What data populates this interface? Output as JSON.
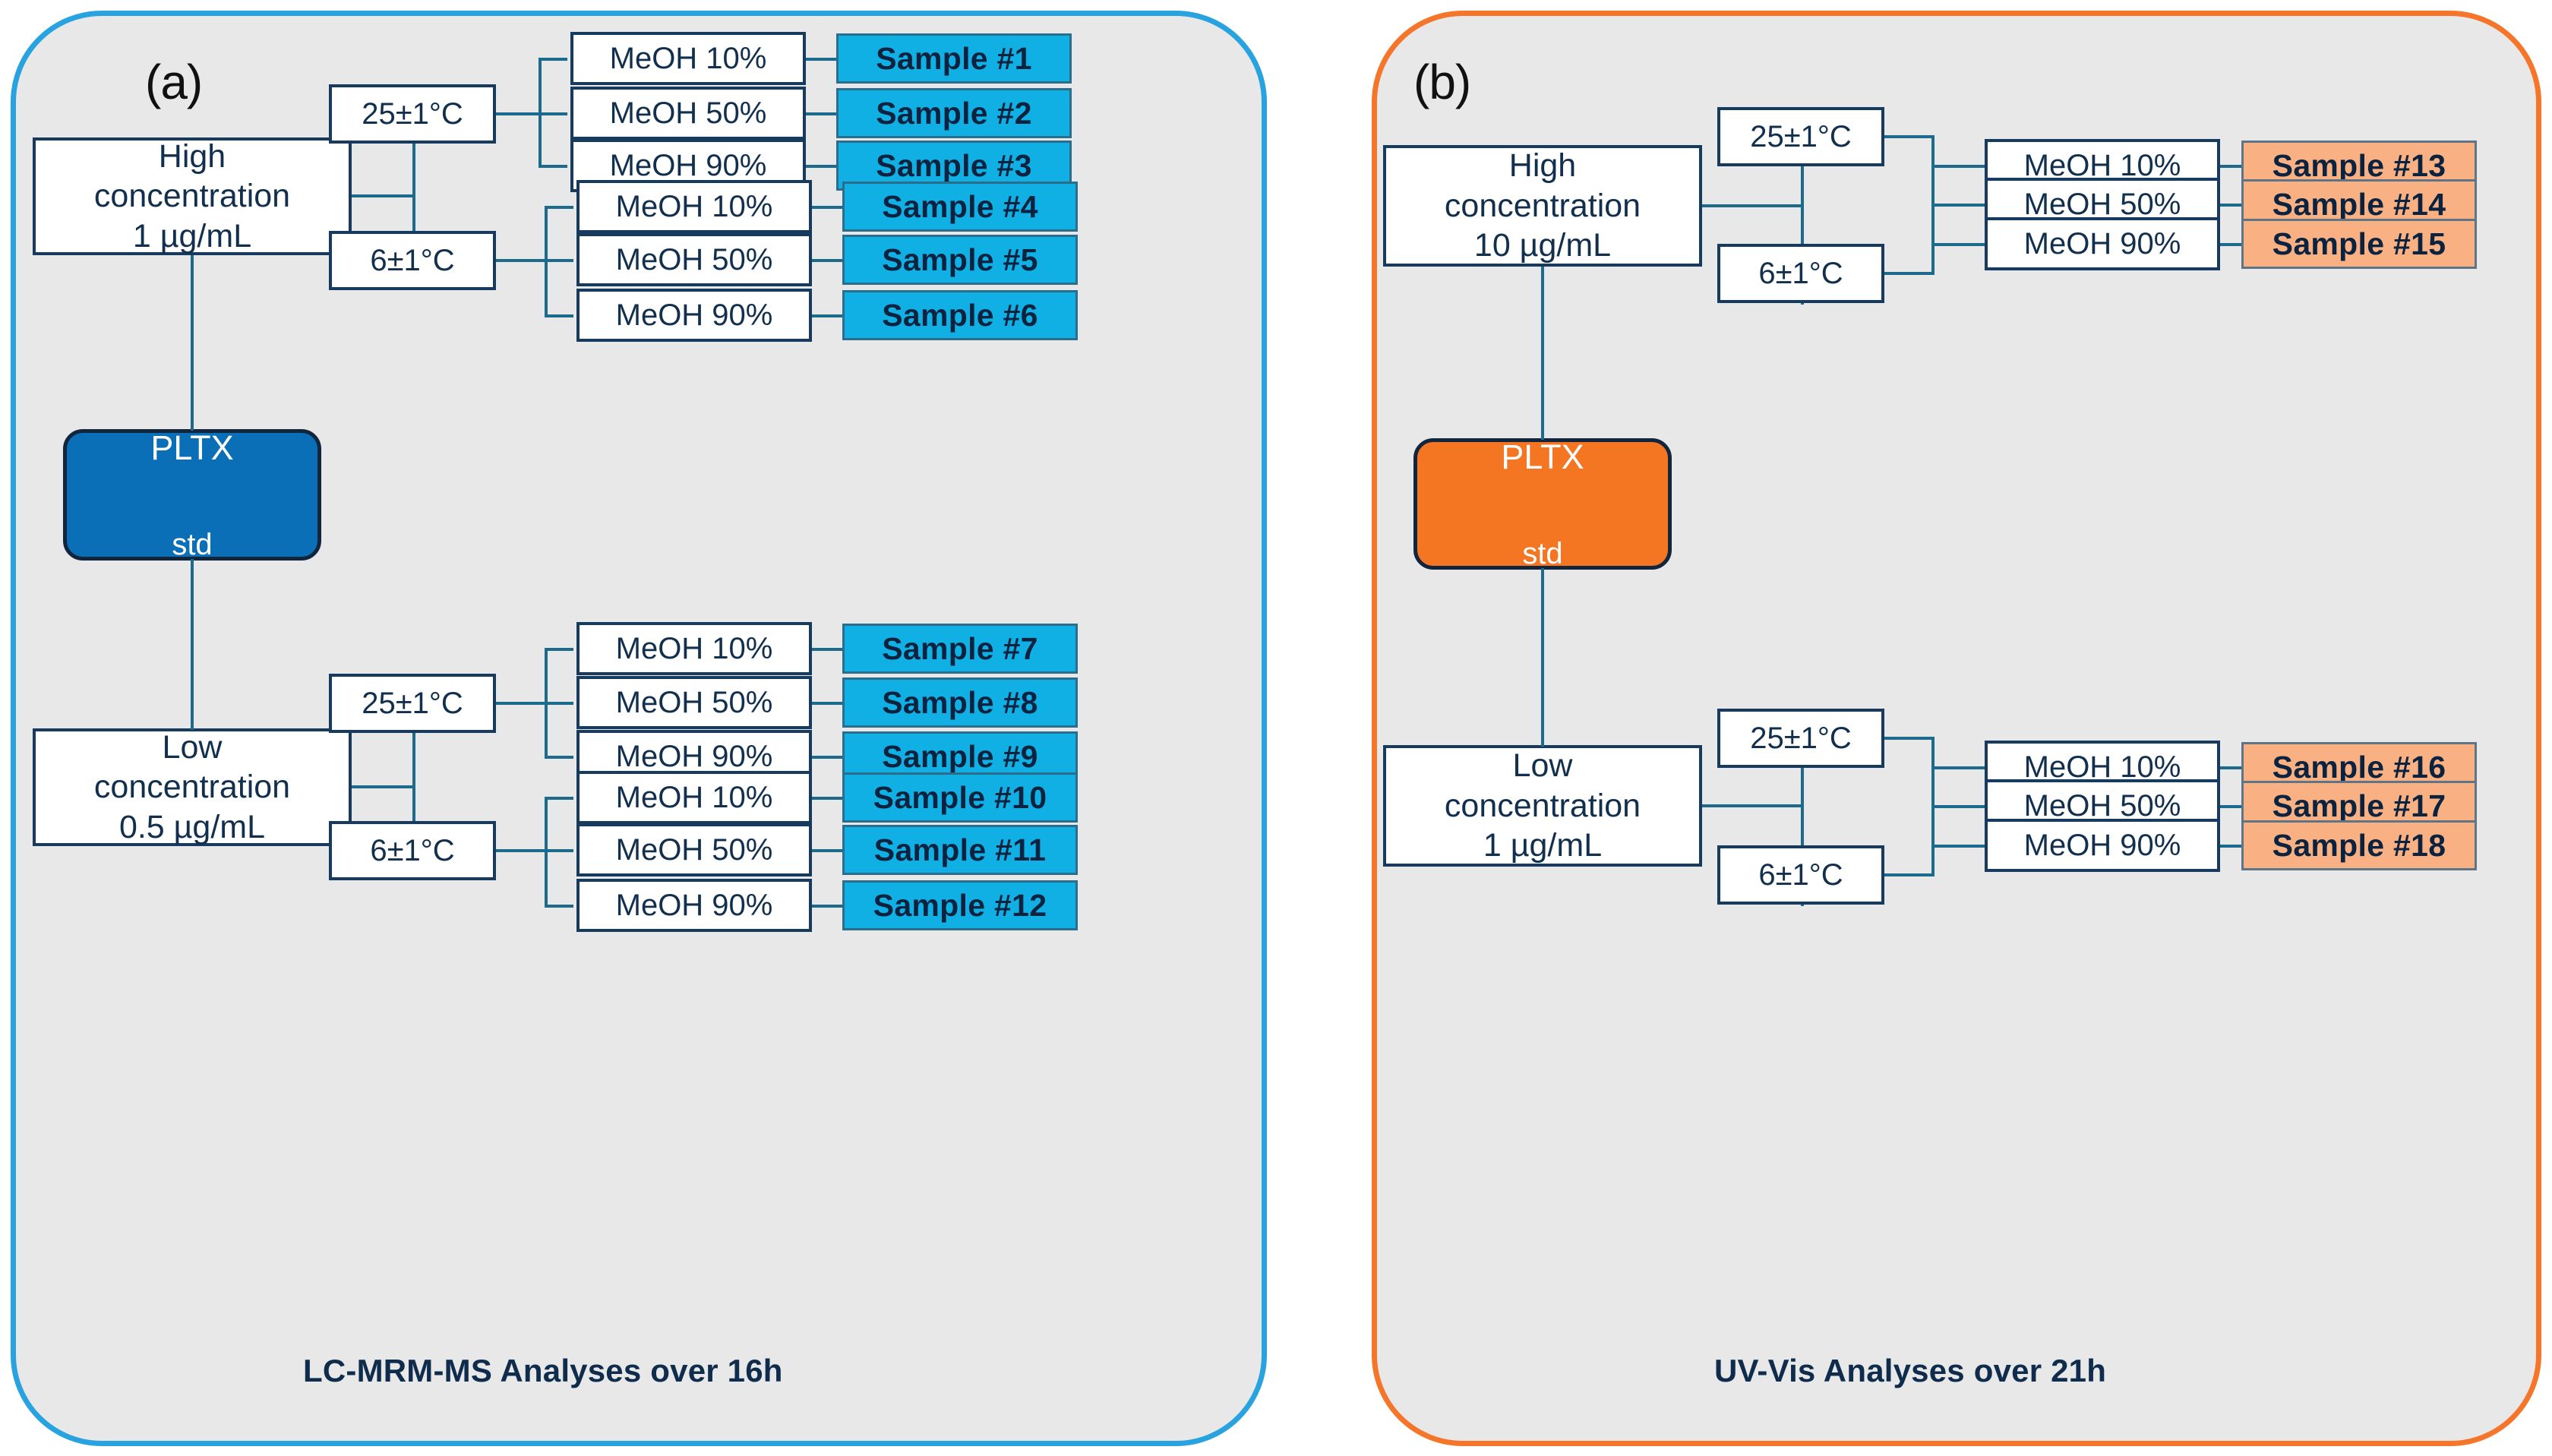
{
  "figure": {
    "title": "PLTX standard stability study design",
    "colors": {
      "panel_a_border": "#29a3e0",
      "panel_b_border": "#f5762a",
      "panel_bg": "#e8e8e8",
      "node_border": "#173b5e",
      "connector": "#1c6a8c",
      "pltx_blue": "#0b6fb8",
      "pltx_orange": "#f47522",
      "badge_cyan": "#10b0e4",
      "badge_peach": "#f9b183",
      "badge_text": "#0c2340"
    }
  },
  "panel_a": {
    "tag": "(a)",
    "caption": "LC-MRM-MS Analyses over 16h",
    "pltx": {
      "line1": "PLTX",
      "line2": "std"
    },
    "concentrations": [
      {
        "label": "High\nconcentration\n1 µg/mL"
      },
      {
        "label": "Low\nconcentration\n0.5 µg/mL"
      }
    ],
    "temperatures": [
      "25±1°C",
      "6±1°C",
      "25±1°C",
      "6±1°C"
    ],
    "solvents": [
      "MeOH 10%",
      "MeOH 50%",
      "MeOH 90%"
    ],
    "samples": [
      "Sample #1",
      "Sample #2",
      "Sample #3",
      "Sample #4",
      "Sample #5",
      "Sample #6",
      "Sample #7",
      "Sample #8",
      "Sample #9",
      "Sample #10",
      "Sample #11",
      "Sample #12"
    ]
  },
  "panel_b": {
    "tag": "(b)",
    "caption": "UV-Vis Analyses over 21h",
    "pltx": {
      "line1": "PLTX",
      "line2": "std"
    },
    "concentrations": [
      {
        "label": "High\nconcentration\n10 µg/mL"
      },
      {
        "label": "Low\nconcentration\n1 µg/mL"
      }
    ],
    "temperatures": [
      "25±1°C",
      "6±1°C",
      "25±1°C",
      "6±1°C"
    ],
    "solvents": [
      "MeOH 10%",
      "MeOH 50%",
      "MeOH 90%"
    ],
    "samples": [
      "Sample #13",
      "Sample #14",
      "Sample #15",
      "Sample #16",
      "Sample #17",
      "Sample #18"
    ]
  }
}
